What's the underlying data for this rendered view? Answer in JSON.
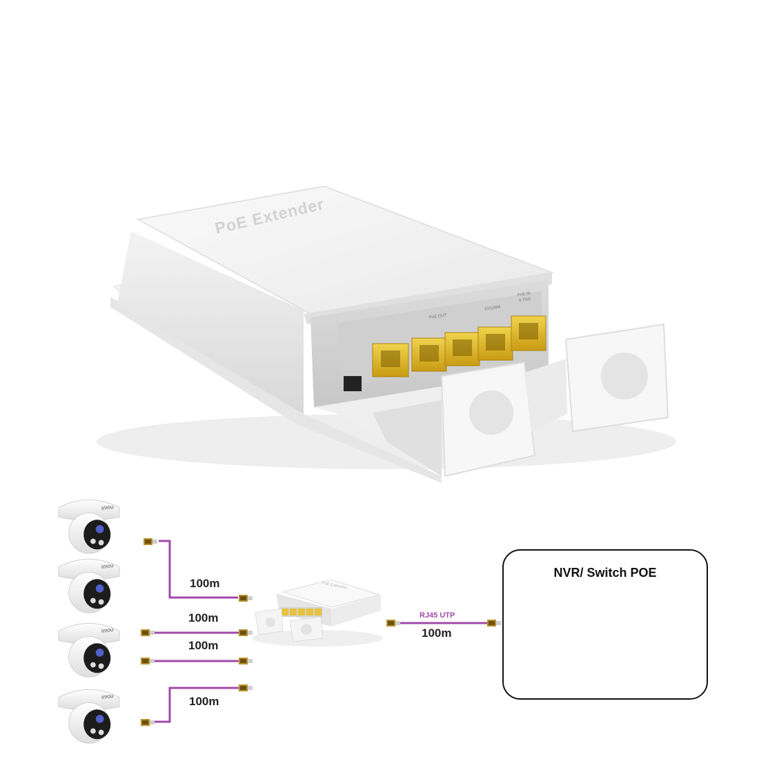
{
  "product": {
    "lid_text": "PoE Extender",
    "mini_lid_text": "PoE Extender",
    "port_group_label": "PoE OUT",
    "port_group_label2": "10/100M",
    "port_in_label": "PoE IN",
    "port_in_sub": "0.75W"
  },
  "cameras": {
    "brand": "imou"
  },
  "diagram": {
    "links": [
      {
        "id": "cam1",
        "label": "100m"
      },
      {
        "id": "cam2",
        "label": "100m"
      },
      {
        "id": "cam3",
        "label": "100m"
      },
      {
        "id": "cam4",
        "label": "100m"
      }
    ],
    "uplink": {
      "type_label": "RJ45 UTP",
      "length_label": "100m"
    },
    "nvr_title": "NVR/ Switch POE"
  },
  "colors": {
    "cable": "#a04aa8",
    "port": "#e8c23a",
    "device": "#f2f2f2",
    "nvr": "#2b2b2b"
  }
}
